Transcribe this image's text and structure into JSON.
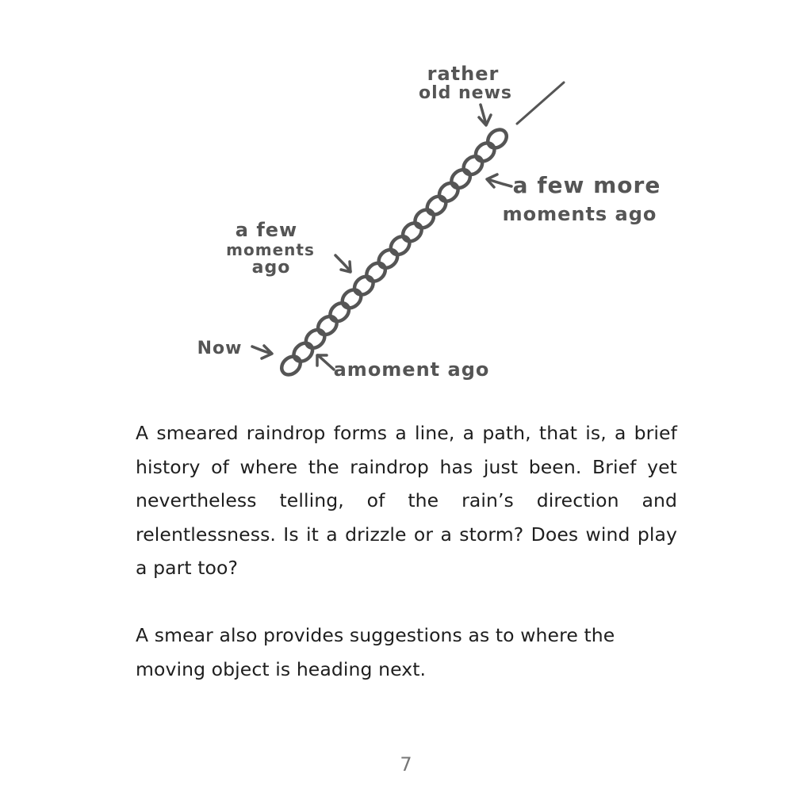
{
  "illustration": {
    "labels": {
      "rather_old_news_line1": "rather",
      "rather_old_news_line2": "old news",
      "few_more_line1": "a few more",
      "few_more_line2": "moments ago",
      "few_line1": "a few",
      "few_line2": "moments",
      "few_line3": "ago",
      "now": "Now",
      "moment_ago": "amoment ago"
    },
    "ink_color": "#555555"
  },
  "paragraphs": [
    "A smeared raindrop forms a line, a path, that is, a brief history of where the raindrop has just been. Brief yet nevertheless telling, of the rain’s direction and relentlessness. Is it a drizzle or a storm? Does wind play a part too?",
    "A smear also provides suggestions as to where the moving object is heading next."
  ],
  "page_number": "7"
}
